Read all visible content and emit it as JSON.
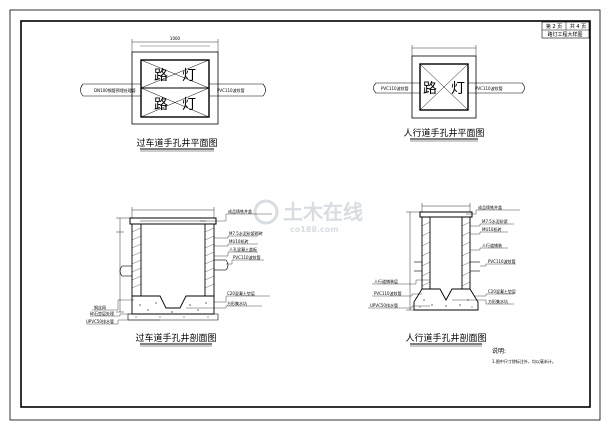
{
  "title_block": {
    "page_label": "第 2 页",
    "total_label": "共 4 页",
    "drawing_name": "路灯工程大样图"
  },
  "views": {
    "vehicle_plan": {
      "title": "过车道手孔井平面图",
      "label_upper": "路　灯",
      "label_lower": "路　灯",
      "left_pipe_note": "DN100钢管预埋处理管",
      "right_pipe_note": "PVC110波纹管",
      "dim_top": "1000"
    },
    "sidewalk_plan": {
      "title": "人行道手孔井平面图",
      "label": "路　灯",
      "left_pipe_note": "PVC110波纹管",
      "right_pipe_note": "PVC110波纹管"
    },
    "vehicle_section": {
      "title": "过车道手孔井剖面图",
      "notes_right": [
        "成品铸铁井盖",
        "M7.5水泥砂浆砌砖",
        "MU10机砖",
        "人孔混凝土盖板",
        "PVC110波纹管",
        "C20混凝土垫层",
        "方形集水坑"
      ],
      "notes_left": [
        "钢丝网",
        "碎石垫层处理",
        "UPVC50排水管"
      ]
    },
    "sidewalk_section": {
      "title": "人行道手孔井剖面图",
      "notes_right": [
        "成品铸铁井盖",
        "M7.5水泥砂浆",
        "MU10机砖",
        "人行道铺装",
        "PVC110波纹管",
        "C20混凝土垫层",
        "方形集水坑"
      ],
      "notes_left": [
        "人行道铺装层",
        "PVC110波纹管",
        "UPVC50排水管"
      ]
    }
  },
  "notes": {
    "heading": "说明:",
    "items": [
      "1.图中尺寸除标注外，均以毫米计。"
    ]
  },
  "watermark": {
    "main": "土木在线",
    "sub": "co188.com"
  }
}
